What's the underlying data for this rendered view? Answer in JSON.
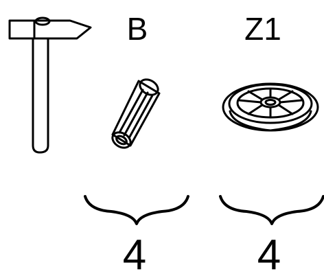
{
  "parts": [
    {
      "icon": "hammer-icon",
      "label": "",
      "quantity": ""
    },
    {
      "icon": "dowel-icon",
      "label": "B",
      "quantity": "4"
    },
    {
      "icon": "wheel-icon",
      "label": "Z1",
      "quantity": "4"
    }
  ],
  "colors": {
    "ink": "#000000",
    "background": "#ffffff"
  }
}
